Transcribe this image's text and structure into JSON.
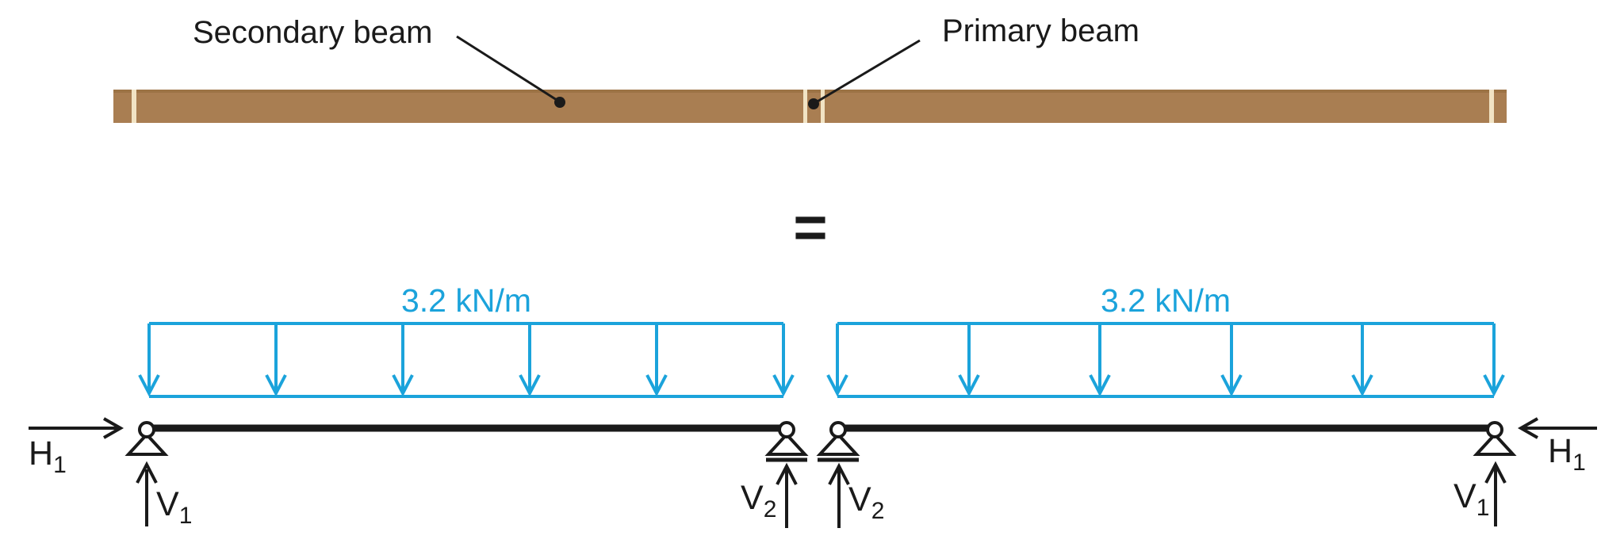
{
  "colors": {
    "beam_brown": "#A97E52",
    "beam_edge_shade": "#9C7345",
    "beam_joint_light": "#F1E3C4",
    "load_cyan": "#1BA3DB",
    "ink": "#1A1A1A"
  },
  "top": {
    "secondary_label": "Secondary beam",
    "primary_label": "Primary beam"
  },
  "equals_sign": "=",
  "loads": {
    "left": "3.2 kN/m",
    "right": "3.2 kN/m"
  },
  "forces": {
    "h1": {
      "main": "H",
      "sub": "1"
    },
    "v1": {
      "main": "V",
      "sub": "1"
    },
    "v2": {
      "main": "V",
      "sub": "2"
    }
  }
}
